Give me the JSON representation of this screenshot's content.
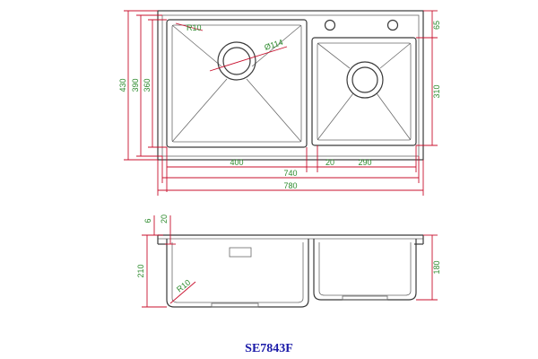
{
  "colors": {
    "outline": "#3a3a3a",
    "dimension_line": "#c8102e",
    "dimension_text": "#2e8b2e",
    "model_text": "#1a1aa8"
  },
  "top_view": {
    "overall_width": "780",
    "overall_height": "430",
    "inner_width": "740",
    "inner_height": "390",
    "left_bowl_height": "360",
    "left_bowl_width": "400",
    "divider": "20",
    "right_bowl_width": "290",
    "right_bowl_height": "310",
    "right_bowl_offset": "65",
    "corner_radius": "R10",
    "drain_diameter": "Ø114"
  },
  "side_view": {
    "rim_thickness": "6",
    "rim_height": "20",
    "left_depth": "210",
    "right_depth": "180",
    "corner_radius": "R10"
  },
  "model": "SE7843F"
}
